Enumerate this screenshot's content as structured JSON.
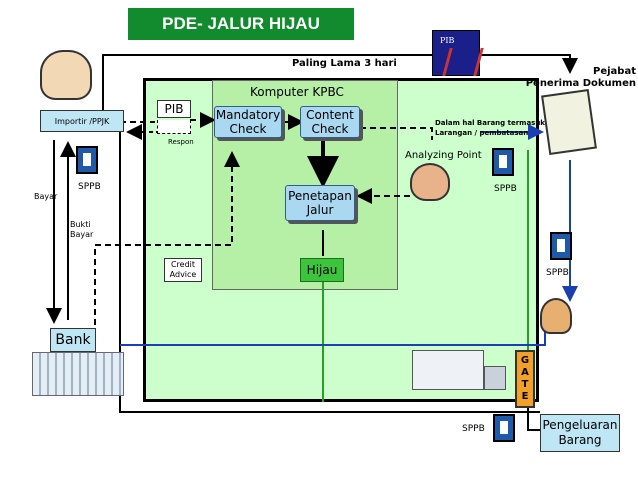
{
  "title": "PDE- JALUR HIJAU",
  "top_label": "Paling Lama 3 hari",
  "pejabat": "Pejabat\nPenerima Dokumen",
  "pib_building": "PIB",
  "komputer": "Komputer KPBC",
  "pib_box": "PIB",
  "respon": "Respon",
  "mandatory": "Mandatory\nCheck",
  "content": "Content\nCheck",
  "note": "Dalam hal Barang termasuk\nLarangan / pembatasan",
  "analyzing": "Analyzing Point",
  "penetapan": "Penetapan\nJalur",
  "hijau": "Hijau",
  "credit": "Credit\nAdvice",
  "importir": "Importir /PPJK",
  "bayar": "Bayar",
  "bukti": "Bukti\nBayar",
  "bank": "Bank",
  "sppb": "SPPB",
  "gate_letters": "G\nA\nT\nE",
  "pengeluaran": "Pengeluaran\nBarang",
  "colors": {
    "title_bg": "#128a2e",
    "area_bg": "#ccffcc",
    "kpbc_bg": "#b6f0a6",
    "button_bg": "#a9d8f0",
    "doc_blue": "#1f5aa8",
    "gate_orange": "#f1a12a",
    "flow_blue": "#1a3fb0",
    "green_line": "#2a9d2a"
  }
}
